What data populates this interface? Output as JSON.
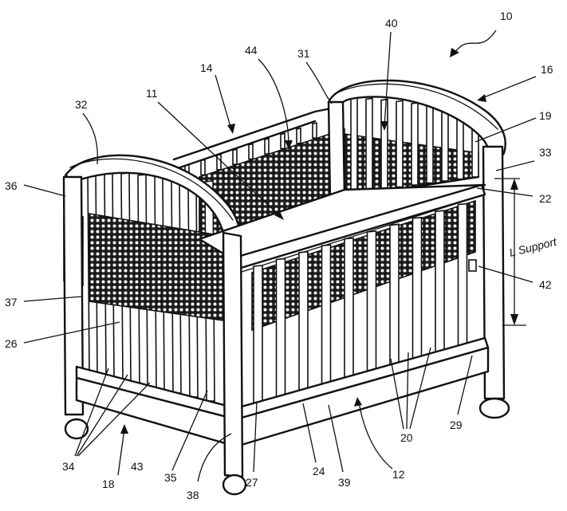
{
  "figure": {
    "support_label": "L Support",
    "references": [
      {
        "id": "ref-10",
        "text": "10"
      },
      {
        "id": "ref-40",
        "text": "40"
      },
      {
        "id": "ref-44",
        "text": "44"
      },
      {
        "id": "ref-31",
        "text": "31"
      },
      {
        "id": "ref-14",
        "text": "14"
      },
      {
        "id": "ref-16",
        "text": "16"
      },
      {
        "id": "ref-11",
        "text": "11"
      },
      {
        "id": "ref-32",
        "text": "32"
      },
      {
        "id": "ref-19",
        "text": "19"
      },
      {
        "id": "ref-33",
        "text": "33"
      },
      {
        "id": "ref-36",
        "text": "36"
      },
      {
        "id": "ref-22",
        "text": "22"
      },
      {
        "id": "ref-42",
        "text": "42"
      },
      {
        "id": "ref-37",
        "text": "37"
      },
      {
        "id": "ref-26",
        "text": "26"
      },
      {
        "id": "ref-29",
        "text": "29"
      },
      {
        "id": "ref-20",
        "text": "20"
      },
      {
        "id": "ref-34",
        "text": "34"
      },
      {
        "id": "ref-43",
        "text": "43"
      },
      {
        "id": "ref-35",
        "text": "35"
      },
      {
        "id": "ref-27",
        "text": "27"
      },
      {
        "id": "ref-24",
        "text": "24"
      },
      {
        "id": "ref-39",
        "text": "39"
      },
      {
        "id": "ref-12",
        "text": "12"
      },
      {
        "id": "ref-18",
        "text": "18"
      },
      {
        "id": "ref-38",
        "text": "38"
      }
    ]
  }
}
